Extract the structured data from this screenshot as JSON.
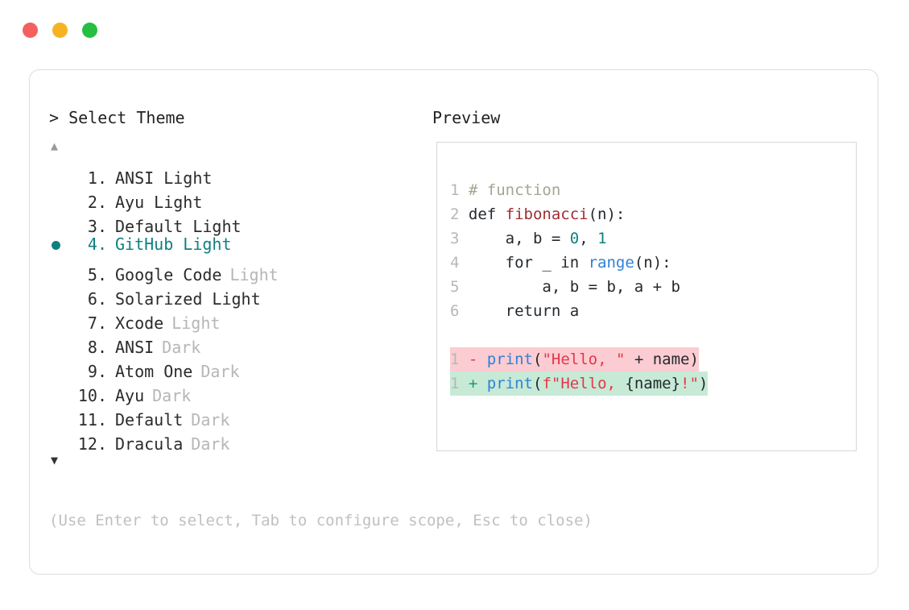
{
  "window": {
    "dots": [
      {
        "name": "close",
        "color": "#f4615c"
      },
      {
        "name": "minimize",
        "color": "#f5b324"
      },
      {
        "name": "maximize",
        "color": "#25bf42"
      }
    ]
  },
  "left": {
    "prompt": "> Select Theme",
    "scroll_up": "▲",
    "scroll_down": "▼",
    "selected_index": 4,
    "accent": "#0f8080",
    "items": [
      {
        "index": "1.",
        "name": "ANSI Light",
        "suffix": "",
        "suffix_muted": false,
        "selected": false
      },
      {
        "index": "2.",
        "name": "Ayu Light",
        "suffix": "",
        "suffix_muted": false,
        "selected": false
      },
      {
        "index": "3.",
        "name": "Default Light",
        "suffix": "",
        "suffix_muted": false,
        "selected": false
      },
      {
        "index": "4.",
        "name": "GitHub Light",
        "suffix": "",
        "suffix_muted": false,
        "selected": true
      },
      {
        "index": "5.",
        "name": "Google Code",
        "suffix": "Light",
        "suffix_muted": true,
        "selected": false
      },
      {
        "index": "6.",
        "name": "Solarized Light",
        "suffix": "",
        "suffix_muted": false,
        "selected": false
      },
      {
        "index": "7.",
        "name": "Xcode",
        "suffix": "Light",
        "suffix_muted": true,
        "selected": false
      },
      {
        "index": "8.",
        "name": "ANSI",
        "suffix": "Dark",
        "suffix_muted": true,
        "selected": false
      },
      {
        "index": "9.",
        "name": "Atom One",
        "suffix": "Dark",
        "suffix_muted": true,
        "selected": false
      },
      {
        "index": "10.",
        "name": "Ayu",
        "suffix": "Dark",
        "suffix_muted": true,
        "selected": false
      },
      {
        "index": "11.",
        "name": "Default",
        "suffix": "Dark",
        "suffix_muted": true,
        "selected": false
      },
      {
        "index": "12.",
        "name": "Dracula",
        "suffix": "Dark",
        "suffix_muted": true,
        "selected": false
      }
    ],
    "hint": "(Use Enter to select, Tab to configure scope, Esc to close)"
  },
  "right": {
    "title": "Preview",
    "code_lines": [
      {
        "num": "1",
        "tokens": [
          {
            "t": "# function",
            "c": "c-comment"
          }
        ]
      },
      {
        "num": "2",
        "tokens": [
          {
            "t": "def ",
            "c": "c-kw"
          },
          {
            "t": "fibonacci",
            "c": "c-fn"
          },
          {
            "t": "(n):",
            "c": "c-plain"
          }
        ]
      },
      {
        "num": "3",
        "tokens": [
          {
            "t": "    a, b = ",
            "c": "c-plain"
          },
          {
            "t": "0",
            "c": "c-num"
          },
          {
            "t": ", ",
            "c": "c-plain"
          },
          {
            "t": "1",
            "c": "c-num"
          }
        ]
      },
      {
        "num": "4",
        "tokens": [
          {
            "t": "    for _ in ",
            "c": "c-plain"
          },
          {
            "t": "range",
            "c": "c-builtin"
          },
          {
            "t": "(n):",
            "c": "c-plain"
          }
        ]
      },
      {
        "num": "5",
        "tokens": [
          {
            "t": "        a, b = b, a + b",
            "c": "c-plain"
          }
        ]
      },
      {
        "num": "6",
        "tokens": [
          {
            "t": "    return a",
            "c": "c-plain"
          }
        ]
      }
    ],
    "diff_lines": [
      {
        "num": "1",
        "kind": "del",
        "sign": "-",
        "tokens": [
          {
            "t": "print",
            "c": "c-call"
          },
          {
            "t": "(",
            "c": "c-plain"
          },
          {
            "t": "\"Hello, \"",
            "c": "c-str"
          },
          {
            "t": " + name)",
            "c": "c-plain"
          }
        ]
      },
      {
        "num": "1",
        "kind": "add",
        "sign": "+",
        "tokens": [
          {
            "t": "print",
            "c": "c-call"
          },
          {
            "t": "(",
            "c": "c-plain"
          },
          {
            "t": "f\"Hello, ",
            "c": "c-str"
          },
          {
            "t": "{name}",
            "c": "c-plain"
          },
          {
            "t": "!\"",
            "c": "c-str"
          },
          {
            "t": ")",
            "c": "c-plain"
          }
        ]
      }
    ]
  }
}
